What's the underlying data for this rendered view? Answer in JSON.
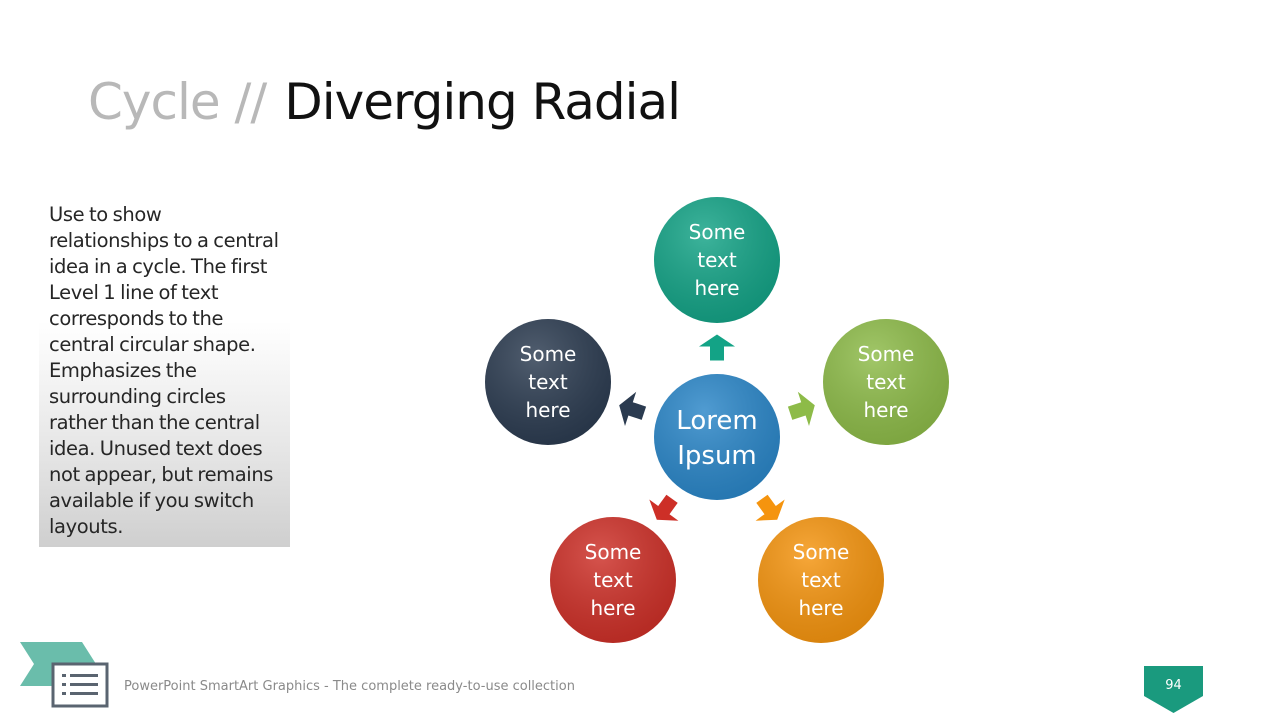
{
  "slide": {
    "title_prefix": "Cycle //",
    "title_main": "Diverging Radial",
    "description": "Use to show relationships to a central idea in a cycle. The first Level 1 line of text corresponds to the central circular shape. Emphasizes the surrounding circles rather than the central idea. Unused text does not appear, but remains available if you switch layouts."
  },
  "diagram": {
    "center": {
      "line1": "Lorem",
      "line2": "Ipsum",
      "color": "#2a86c8"
    },
    "nodes": [
      {
        "id": "top",
        "lines": [
          "Some",
          "text",
          "here"
        ],
        "color": "#13a386"
      },
      {
        "id": "right",
        "lines": [
          "Some",
          "text",
          "here"
        ],
        "color": "#8dbb48"
      },
      {
        "id": "bottom-right",
        "lines": [
          "Some",
          "text",
          "here"
        ],
        "color": "#f5940e"
      },
      {
        "id": "bottom-left",
        "lines": [
          "Some",
          "text",
          "here"
        ],
        "color": "#cd2f27"
      },
      {
        "id": "left",
        "lines": [
          "Some",
          "text",
          "here"
        ],
        "color": "#2b3b50"
      }
    ]
  },
  "footer": {
    "caption": "PowerPoint SmartArt Graphics - The complete ready-to-use collection",
    "page_number": "94",
    "accent_color": "#1a9a7e",
    "icon": "list-icon"
  }
}
